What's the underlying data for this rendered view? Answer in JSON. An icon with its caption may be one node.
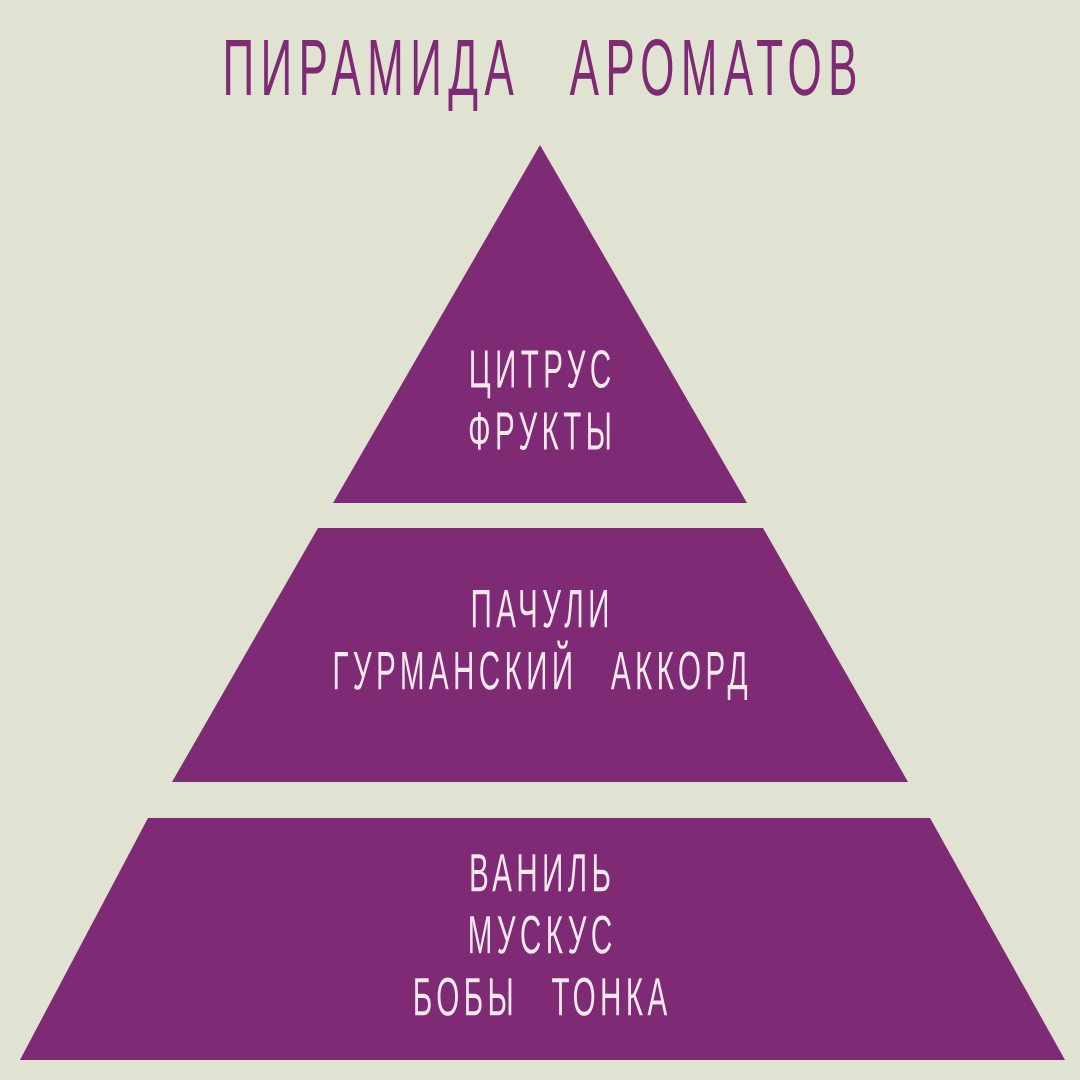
{
  "diagram": {
    "title": "ПИРАМИДА АРОМАТОВ",
    "nodes": [
      {
        "text": [
          "ЦИТРУС",
          "ФРУКТЫ"
        ]
      },
      {
        "text": [
          "ПАЧУЛИ",
          "ГУРМАНСКИЙ АККОРД"
        ]
      },
      {
        "text": [
          "ВАНИЛЬ",
          "МУСКУС",
          "БОБЫ ТОНКА"
        ]
      }
    ]
  }
}
